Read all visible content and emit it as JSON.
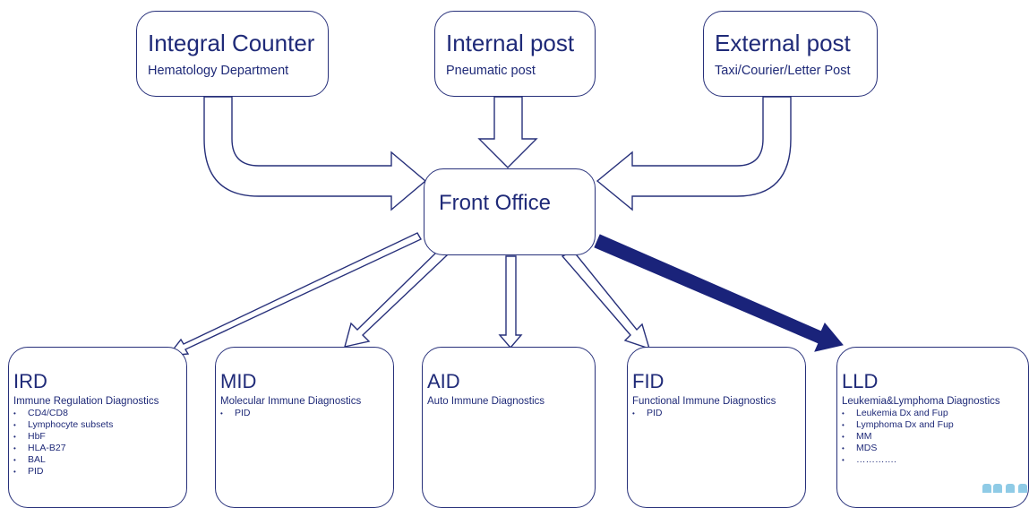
{
  "top_boxes": [
    {
      "title": "Integral Counter",
      "subtitle": "Hematology Department"
    },
    {
      "title": "Internal post",
      "subtitle": "Pneumatic post"
    },
    {
      "title": "External post",
      "subtitle": "Taxi/Courier/Letter Post"
    }
  ],
  "front_office": {
    "title": "Front Office"
  },
  "bottom_boxes": [
    {
      "title": "IRD",
      "subtitle": "Immune Regulation Diagnostics",
      "items": [
        "CD4/CD8",
        "Lymphocyte subsets",
        "HbF",
        "HLA-B27",
        "BAL",
        "PID"
      ]
    },
    {
      "title": "MID",
      "subtitle": "Molecular Immune Diagnostics",
      "items": [
        "PID"
      ]
    },
    {
      "title": "AID",
      "subtitle": "Auto Immune Diagnostics",
      "items": []
    },
    {
      "title": "FID",
      "subtitle": "Functional Immune Diagnostics",
      "items": [
        "PID"
      ]
    },
    {
      "title": "LLD",
      "subtitle": "Leukemia&Lymphoma Diagnostics",
      "items": [
        "Leukemia Dx and Fup",
        "Lymphoma Dx and Fup",
        "MM",
        "MDS",
        "…………."
      ]
    }
  ],
  "colors": {
    "text": "#1f2a78",
    "outline": "#27307a",
    "highlight_arrow": "#1a237a",
    "logo": "#8fcbe6"
  }
}
